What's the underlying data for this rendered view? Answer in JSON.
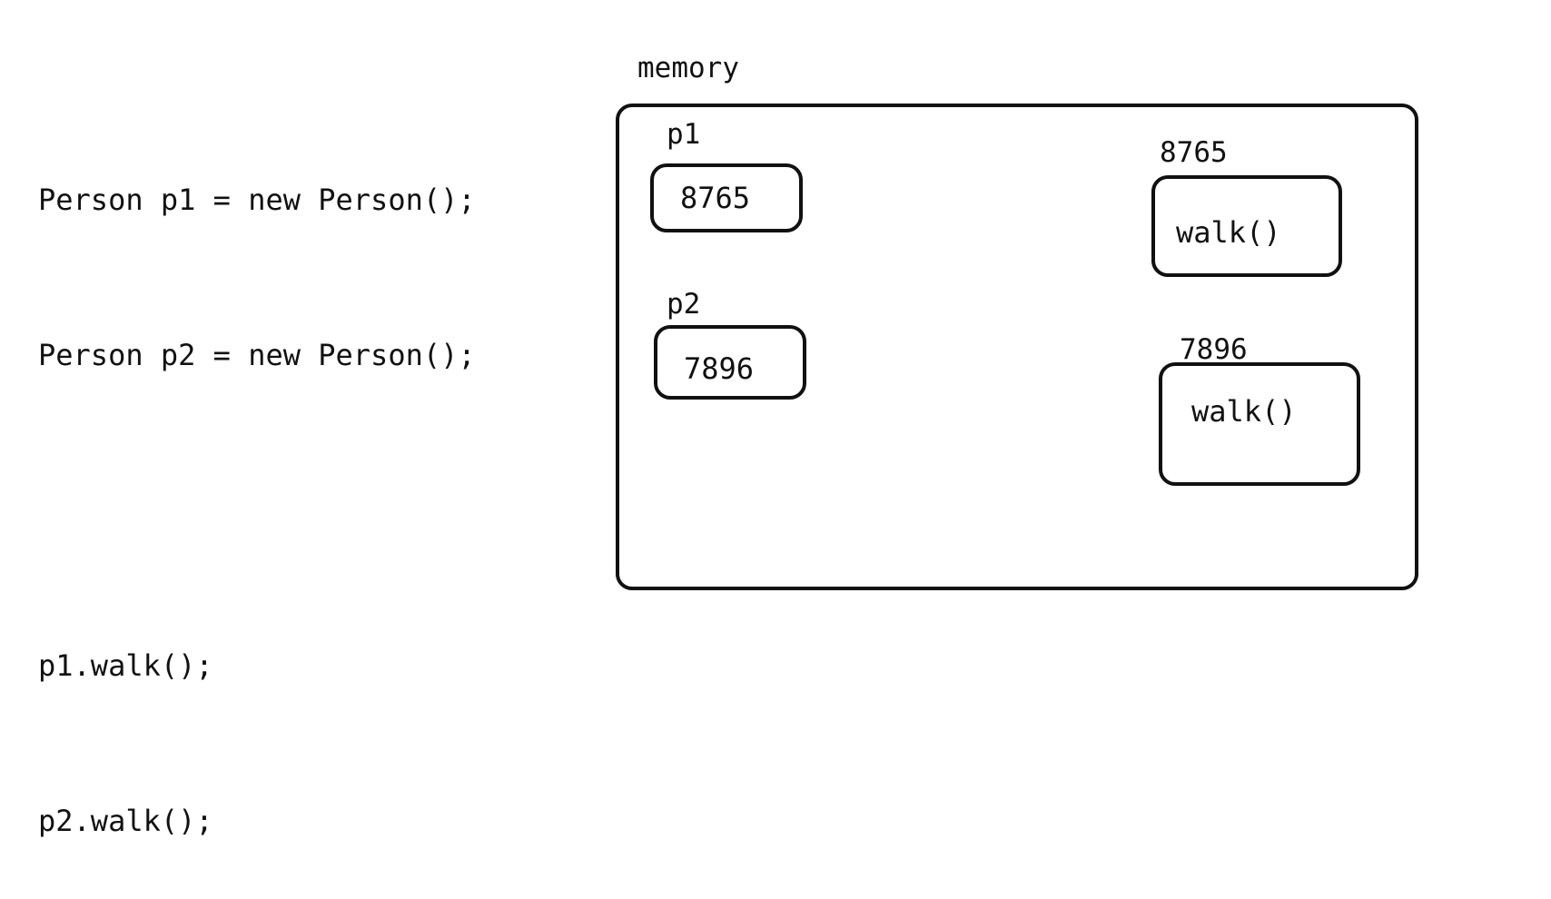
{
  "code_lines": [
    "Person p1 = new Person();",
    "Person p2 = new Person();",
    "",
    "p1.walk();",
    "p2.walk();"
  ],
  "memory": {
    "title": "memory",
    "variables": [
      {
        "name": "p1",
        "value": "8765"
      },
      {
        "name": "p2",
        "value": "7896"
      }
    ],
    "objects": [
      {
        "address": "8765",
        "method": "walk()"
      },
      {
        "address": "7896",
        "method": "walk()"
      }
    ]
  }
}
